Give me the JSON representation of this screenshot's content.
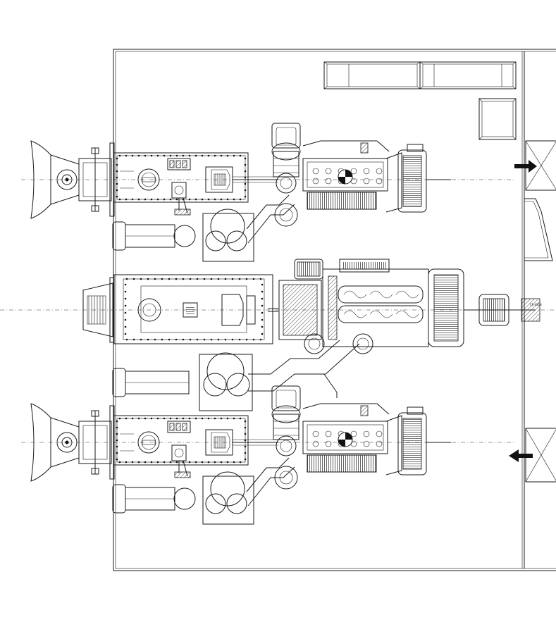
{
  "drawing": {
    "type": "engine-room-plan",
    "units": [
      {
        "id": "upper",
        "role": "main-engine-with-waterjet"
      },
      {
        "id": "center",
        "role": "main-engine-with-waterjet"
      },
      {
        "id": "lower",
        "role": "main-engine-with-waterjet"
      }
    ],
    "flow_arrows": [
      {
        "id": "upper",
        "direction": "right"
      },
      {
        "id": "lower",
        "direction": "left"
      }
    ],
    "generator_label": "CR-IGEN"
  },
  "colors": {
    "line": "#1a1a1a",
    "background": "#ffffff"
  }
}
